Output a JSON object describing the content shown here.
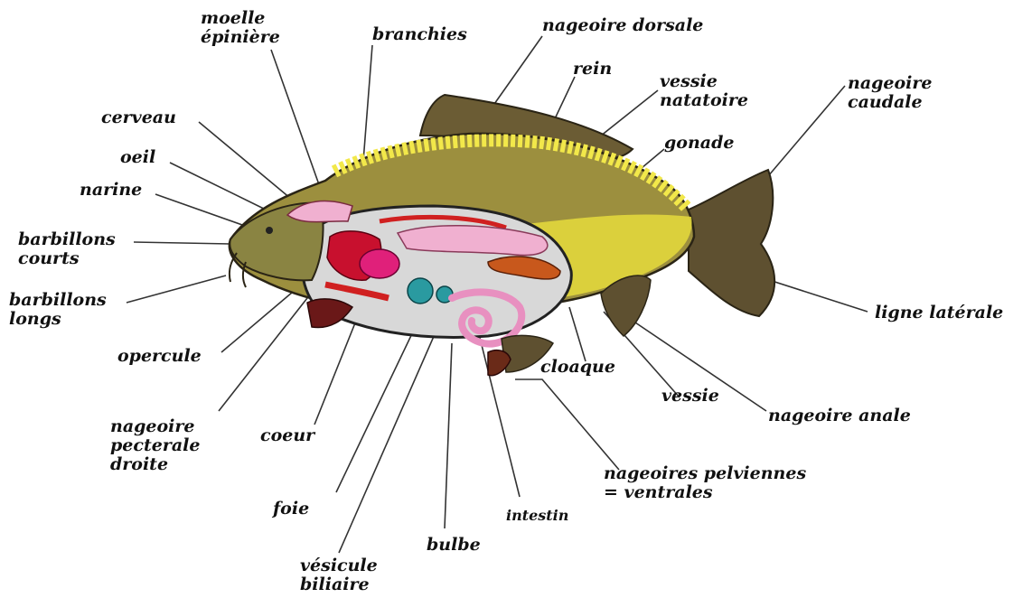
{
  "colors": {
    "body": "#9c8f3e",
    "belly": "#e6dc3c",
    "fins": "#5e5030",
    "scales": "#f2e84a",
    "cavity": "#d8d8d8",
    "gills": "#c8102e",
    "heart": "#e0207a",
    "organs_pink": "#f0b0d0",
    "liver": "#d02020",
    "gallbladder": "#2a9aa0",
    "gonad": "#c8581c"
  },
  "labels": {
    "moelle_epiniere": [
      "moelle",
      "épinière"
    ],
    "branchies": [
      "branchies"
    ],
    "nageoire_dorsale": [
      "nageoire dorsale"
    ],
    "rein": [
      "rein"
    ],
    "vessie_natatoire": [
      "vessie",
      "natatoire"
    ],
    "nageoire_caudale": [
      "nageoire",
      "caudale"
    ],
    "cerveau": [
      "cerveau"
    ],
    "oeil": [
      "oeil"
    ],
    "gonade": [
      "gonade"
    ],
    "narine": [
      "narine"
    ],
    "barbillons_courts": [
      "barbillons",
      "courts"
    ],
    "barbillons_longs": [
      "barbillons",
      "longs"
    ],
    "ligne_laterale": [
      "ligne latérale"
    ],
    "opercule": [
      "opercule"
    ],
    "cloaque": [
      "cloaque"
    ],
    "vessie": [
      "vessie"
    ],
    "nageoire_anale": [
      "nageoire anale"
    ],
    "nageoire_pectorale": [
      "nageoire",
      "pecterale",
      "droite"
    ],
    "coeur": [
      "coeur"
    ],
    "nageoires_pelviennes": [
      "nageoires pelviennes",
      "= ventrales"
    ],
    "foie": [
      "foie"
    ],
    "intestin": [
      "intestin"
    ],
    "bulbe": [
      "bulbe"
    ],
    "vesicule_biliaire": [
      "vésicule",
      "biliaire"
    ]
  }
}
